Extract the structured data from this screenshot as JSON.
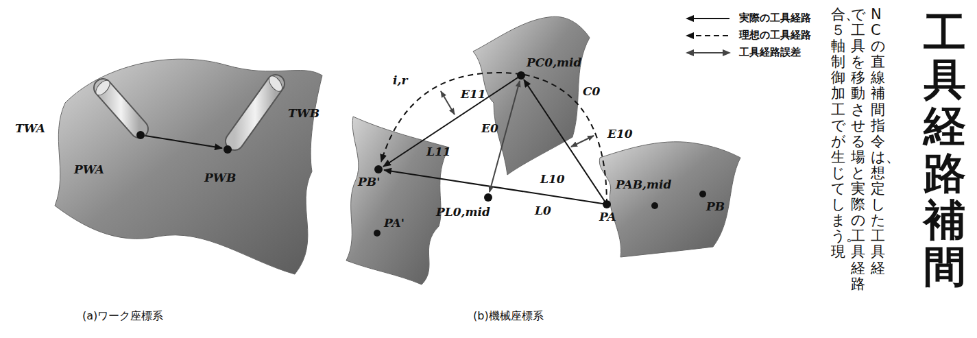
{
  "diagram": {
    "title": "工具経路補間",
    "labels": [
      "TWA",
      "PWA",
      "TWB",
      "PWB",
      "(a)ワーク座標系",
      "PC0,mid",
      "i,r",
      "E11",
      "L11",
      "E0",
      "C0",
      "L10",
      "E10",
      "PB'",
      "PA'",
      "PL0,mid",
      "L0",
      "PA",
      "PAB,mid",
      "PB",
      "(b)機械座標系",
      "NCの直線補間指令　は、想定した工具経",
      "で工具を移動させる場　と実際の工具経路",
      "合、５軸制御加工で　が生じてしまう。現"
    ],
    "legend": [
      {
        "text": "実際の工具経路"
      },
      {
        "text": "理想の工具経路"
      },
      {
        "text": "工具経路誤差"
      }
    ]
  }
}
